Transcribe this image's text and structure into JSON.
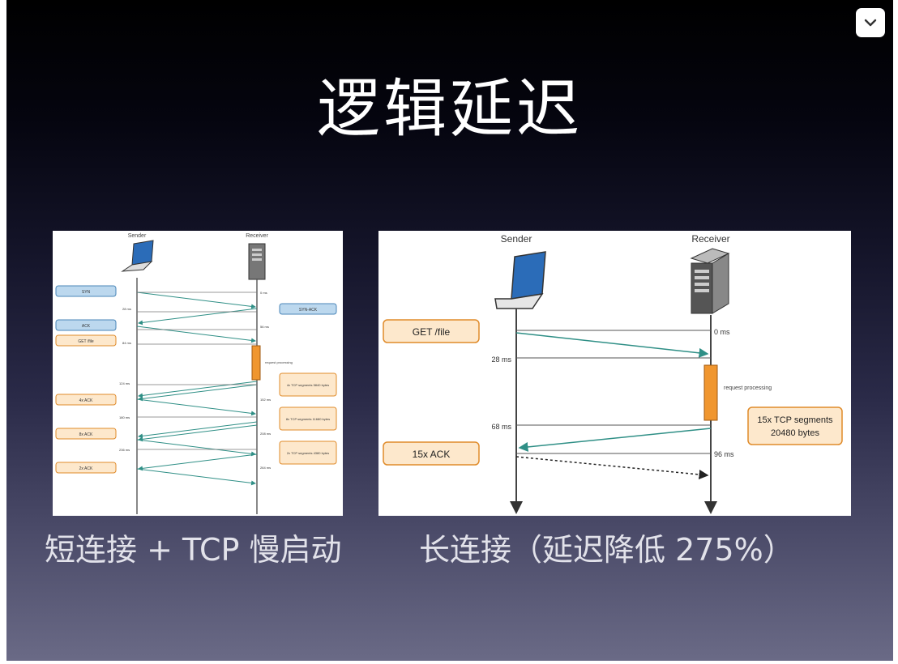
{
  "slide": {
    "title": "逻辑延迟",
    "caption_left": "短连接 + TCP 慢启动",
    "caption_right": "长连接（延迟降低 275%）"
  },
  "left_diagram": {
    "sender_label": "Sender",
    "receiver_label": "Receiver",
    "boxes": [
      "SYN",
      "SYN-ACK",
      "ACK",
      "GET /file",
      "4x TCP segments 5840 bytes",
      "4x ACK",
      "8x TCP segments 11680 bytes",
      "8x ACK",
      "2x TCP segments 4380 bytes",
      "2x ACK"
    ],
    "processing_label": "request processing",
    "times_left": [
      "28 ms",
      "84 ms",
      "124 ms",
      "180 ms",
      "236 ms"
    ],
    "times_right": [
      "0 ms",
      "56 ms",
      "152 ms",
      "208 ms",
      "264 ms"
    ]
  },
  "right_diagram": {
    "sender_label": "Sender",
    "receiver_label": "Receiver",
    "get_label": "GET /file",
    "processing_label": "request processing",
    "segments_label_1": "15x TCP segments",
    "segments_label_2": "20480 bytes",
    "ack_label": "15x ACK",
    "time_0": "0 ms",
    "time_28": "28 ms",
    "time_68": "68 ms",
    "time_96": "96 ms"
  },
  "colors": {
    "box_orange_fill": "#fde8cc",
    "box_orange_stroke": "#e08b2a",
    "box_blue_fill": "#bcd8ee",
    "box_blue_stroke": "#4a86b8",
    "teal_arrow": "#2f8f86",
    "processing_bar": "#f0962f"
  },
  "icons": [
    "chevron-down-icon",
    "laptop-icon",
    "server-icon"
  ]
}
